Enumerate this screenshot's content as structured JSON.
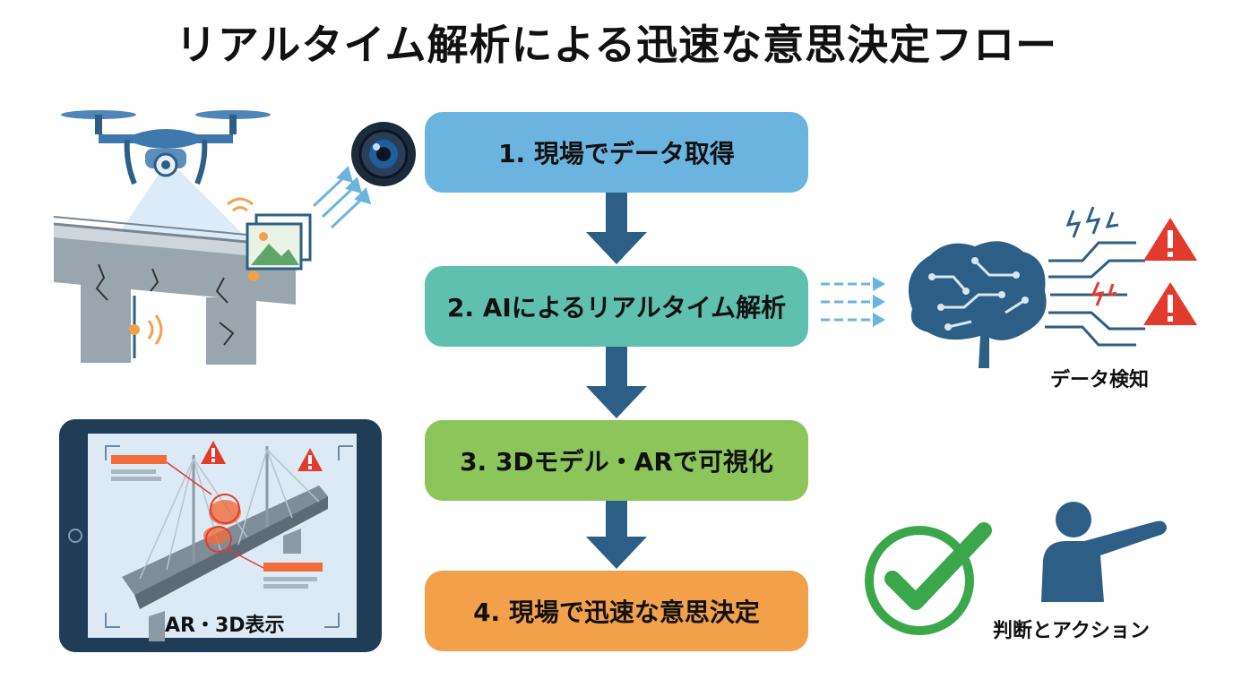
{
  "title": "リアルタイム解析による迅速な意思決定フロー",
  "steps": [
    {
      "label": "1. 現場でデータ取得",
      "color": "#6cb4e0"
    },
    {
      "label": "2. AIによるリアルタイム解析",
      "color": "#5fc0ad"
    },
    {
      "label": "3. 3Dモデル・ARで可視化",
      "color": "#8cc65b"
    },
    {
      "label": "4. 現場で迅速な意思決定",
      "color": "#f3a04a"
    }
  ],
  "captions": {
    "detection": "データ検知",
    "action": "判断とアクション",
    "ar_view": "AR・3D表示"
  },
  "icons": [
    "drone-icon",
    "camera-lens-icon",
    "bridge-icon",
    "image-icon",
    "brain-icon",
    "warning-icon",
    "tablet-icon",
    "checkmark-icon",
    "pointing-person-icon"
  ],
  "colors": {
    "arrow": "#2d5f86",
    "warning": "#e23b2e",
    "check": "#3aa84a",
    "person": "#2d5f86"
  }
}
